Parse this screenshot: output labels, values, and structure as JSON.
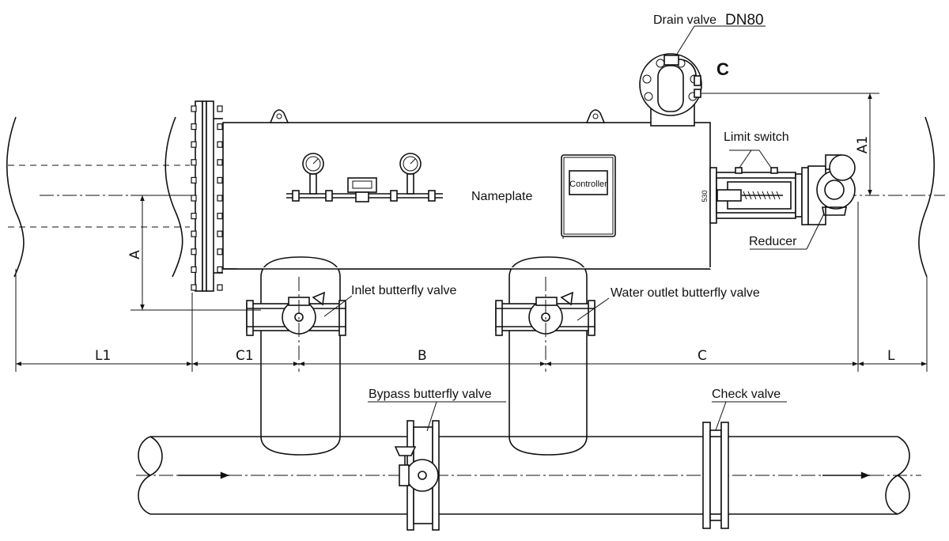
{
  "labels": {
    "drain_valve": "Drain valve",
    "drain_size": "DN80",
    "c_mark": "C",
    "limit_switch": "Limit switch",
    "nameplate": "Nameplate",
    "controller": "Controller",
    "reducer": "Reducer",
    "inlet_valve": "Inlet butterfly valve",
    "outlet_valve": "Water outlet butterfly valve",
    "bypass_valve": "Bypass butterfly valve",
    "check_valve": "Check valve",
    "side_dim": "530"
  },
  "dimensions": {
    "A": "A",
    "A1": "A1",
    "L1": "L1",
    "C1": "C1",
    "B": "B",
    "C": "C",
    "L": "L"
  }
}
